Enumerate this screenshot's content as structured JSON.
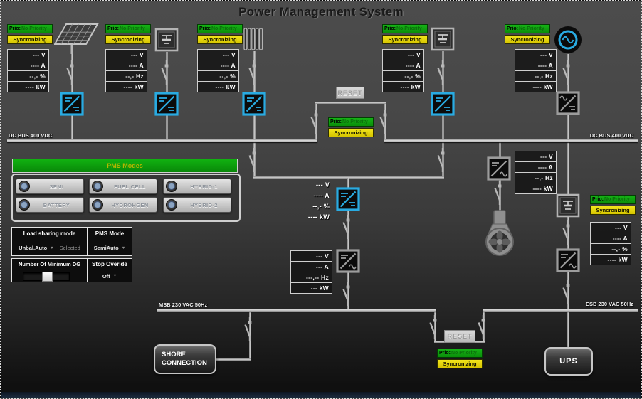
{
  "title": "Power Management System",
  "status": {
    "prio_label": "Prio:",
    "prio_value": "No Priority",
    "sync": "Syncronizing"
  },
  "reset_label": "RESET",
  "buses": {
    "dc_left": "DC BUS 400 VDC",
    "dc_right": "DC BUS 400 VDC",
    "msb": "MSB 230 VAC 50Hz",
    "esb": "ESB 230 VAC 50Hz"
  },
  "measurements": {
    "g1_solar": [
      "--- V",
      "---- A",
      "--,- %",
      "---- kW"
    ],
    "g2_battery_a": [
      "--- V",
      "---- A",
      "--,- Hz",
      "---- kW"
    ],
    "g3_fuel_cell": [
      "--- V",
      "---- A",
      "--,- %",
      "---- kW"
    ],
    "g4_battery_b": [
      "--- V",
      "---- A",
      "--,- %",
      "---- kW"
    ],
    "g5_genset": [
      "--- V",
      "---- A",
      "--,- Hz",
      "---- kW"
    ],
    "dc_center": [
      "--- V",
      "---- A",
      "--,- %",
      "---- kW"
    ],
    "msb_inverter": [
      "--- V",
      "--- A",
      "---,-- Hz",
      "--- kW"
    ],
    "thruster": [
      "--- V",
      "---- A",
      "--,- Hz",
      "---- kW"
    ],
    "esb_branch": [
      "--- V",
      "---- A",
      "--,- %",
      "---- kW"
    ]
  },
  "pms_modes": {
    "header": "PMS Modes",
    "buttons": [
      "SEMI",
      "FUEL CELL",
      "HYBRID-1",
      "BATTERY",
      "HYDROHGEN",
      "HYBRID-2"
    ]
  },
  "settings": {
    "load_sharing": {
      "header": "Load sharing mode",
      "value": "Unbal.Auto",
      "note": "Selected"
    },
    "pms_mode": {
      "header": "PMS Mode",
      "value": "SemiAuto"
    },
    "min_dg": {
      "header": "Number Of Minimum DG"
    },
    "stop_override": {
      "header": "Stop Overide",
      "value": "Off"
    }
  },
  "buttons": {
    "shore": "SHORE CONNECTION",
    "ups": "UPS"
  },
  "ui": {
    "caret": "▼"
  },
  "icons": [
    "solar-panel-icon",
    "battery-icon",
    "fuel-cell-icon",
    "generator-icon",
    "dc-dc-converter-icon",
    "dc-ac-converter-icon",
    "ac-dc-converter-icon",
    "breaker-icon",
    "thruster-icon"
  ],
  "colors": {
    "green": "#0da10d",
    "yellow": "#e8d900",
    "blue": "#29abe2",
    "gray": "#9c9c9c",
    "bus": "#b8b8b8"
  }
}
